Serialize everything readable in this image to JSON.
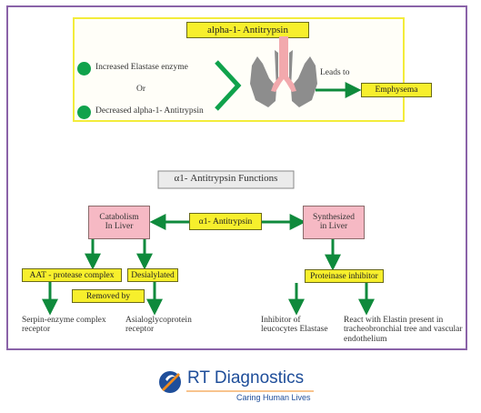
{
  "top": {
    "title": "alpha-1- Antitrypsin",
    "cause1": "Increased Elastase enzyme",
    "or": "Or",
    "cause2": "Decreased alpha-1- Antitrypsin",
    "leads_to": "Leads to",
    "result": "Emphysema"
  },
  "functions": {
    "title": "α1- Antitrypsin Functions",
    "center": "α1- Antitrypsin",
    "catabolism": "Catabolism In Liver",
    "synthesis": "Synthesized in Liver",
    "aat_complex": "AAT - protease complex",
    "desialylated": "Desialylated",
    "removed_by": "Removed by",
    "proteinase_inhibitor": "Proteinase inhibitor",
    "serpin": "Serpin-enzyme complex receptor",
    "asialo": "Asialoglycoprotein receptor",
    "inhibitor_leuco": "Inhibitor of leucocytes Elastase",
    "react_elastin": "React with Elastin present in tracheobronchial tree and vascular endothelium"
  },
  "logo": {
    "name": "RT Diagnostics",
    "tagline": "Caring Human Lives"
  },
  "colors": {
    "frame": "#8a63a8",
    "yellow": "#f7ef2c",
    "pink": "#f6b9c4",
    "green_arrow": "#0f8a3c",
    "logo_blue": "#1f4e9a",
    "logo_orange": "#f08a1c"
  }
}
